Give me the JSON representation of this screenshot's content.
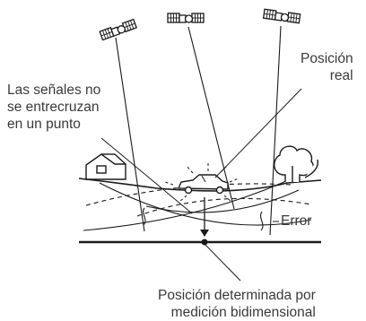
{
  "labels": {
    "signals_line1": "Las señales no",
    "signals_line2": "se entrecruzan",
    "signals_line3": "en un punto",
    "real_line1": "Posición",
    "real_line2": "real",
    "error": "Error",
    "determined_line1": "Posición determinada por",
    "determined_line2": "medición bidimensional"
  },
  "colors": {
    "ink": "#1a1a1a",
    "text": "#3a3a3a",
    "background": "#ffffff"
  },
  "icons": [
    "satellite-icon",
    "house-icon",
    "car-icon",
    "tree-icon"
  ]
}
